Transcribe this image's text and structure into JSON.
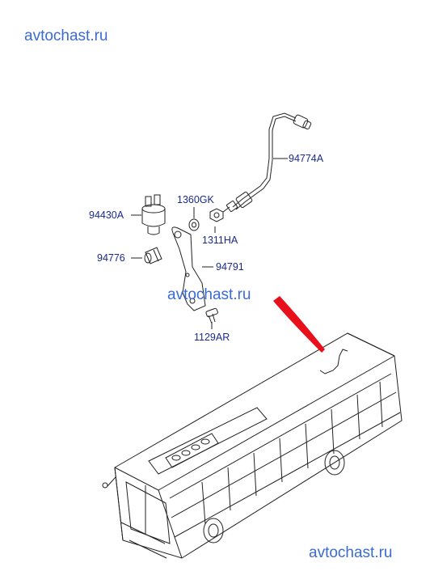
{
  "watermarks": {
    "top_left": "avtochast.ru",
    "center": "avtochast.ru",
    "bottom_right": "avtochast.ru"
  },
  "parts": {
    "p94774A": "94774A",
    "p1360GK": "1360GK",
    "p94430A": "94430A",
    "p1311HA": "1311HA",
    "p94776": "94776",
    "p94791": "94791",
    "p1129AR": "1129AR"
  },
  "colors": {
    "label": "#1a2a8a",
    "watermark": "#3b6bd1",
    "line": "#222222",
    "arrow": "#e8101a"
  }
}
